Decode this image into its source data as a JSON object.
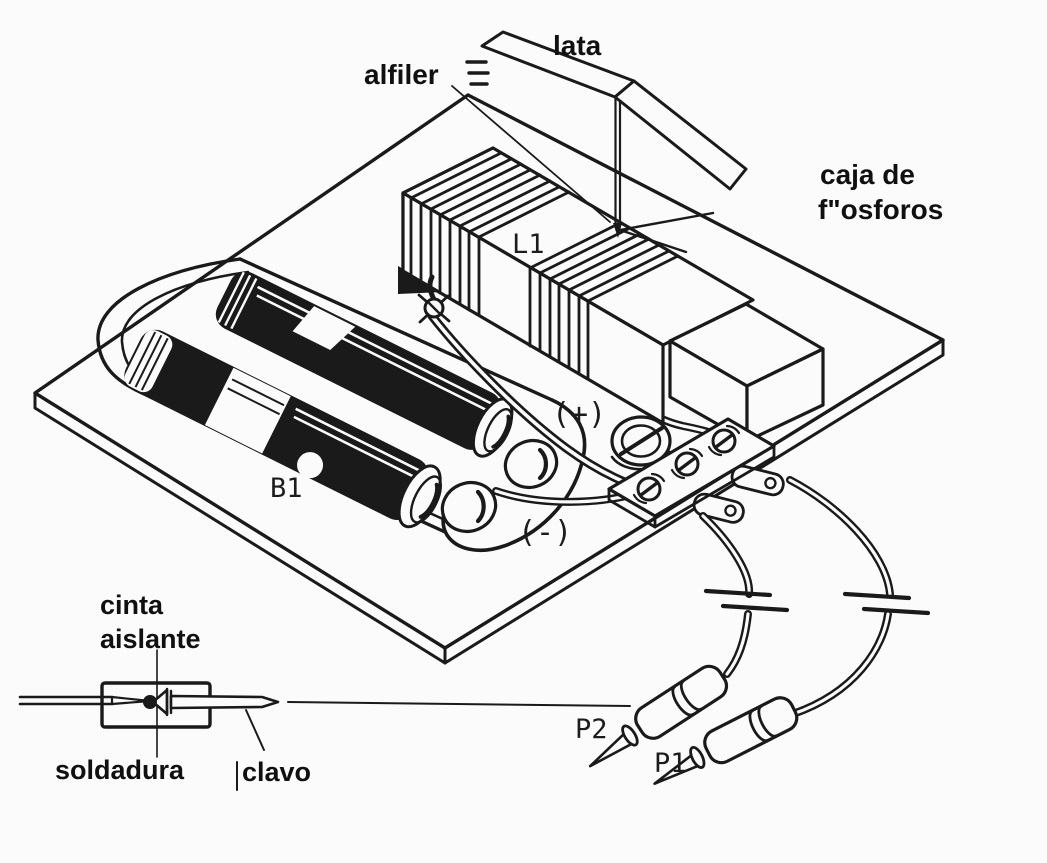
{
  "diagram": {
    "title_context": "matchbox coil continuity tester assembly",
    "colors": {
      "ink": "#1a1a1a",
      "paper": "#fbfbfb"
    },
    "labels": {
      "lata": "lata",
      "alfiler": "alfiler",
      "caja_line1": "caja de",
      "caja_line2": "f\"osforos",
      "coil": "L1",
      "battery": "B1",
      "plus": "(+)",
      "minus": "(-)",
      "cinta_line1": "cinta",
      "cinta_line2": "aislante",
      "soldadura": "soldadura",
      "clavo": "clavo",
      "probe2": "P2",
      "probe1": "P1"
    }
  }
}
